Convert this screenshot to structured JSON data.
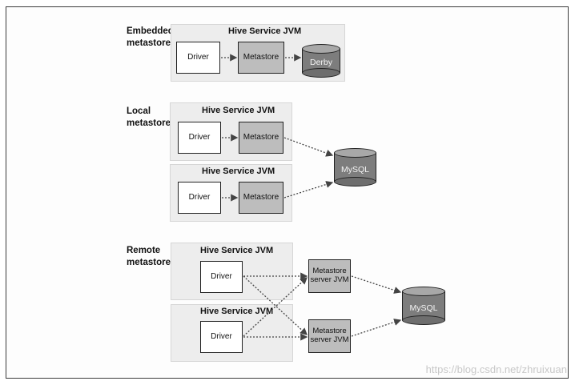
{
  "embedded": {
    "label": "Embedded\nmetastore",
    "jvm": "Hive Service JVM",
    "driver": "Driver",
    "metastore": "Metastore",
    "db": "Derby"
  },
  "local": {
    "label": "Local\nmetastore",
    "jvm1": "Hive Service JVM",
    "driver1": "Driver",
    "metastore1": "Metastore",
    "jvm2": "Hive Service JVM",
    "driver2": "Driver",
    "metastore2": "Metastore",
    "db": "MySQL"
  },
  "remote": {
    "label": "Remote\nmetastore",
    "jvm1": "Hive Service JVM",
    "driver1": "Driver",
    "jvm2": "Hive Service JVM",
    "driver2": "Driver",
    "server1": "Metastore\nserver JVM",
    "server2": "Metastore\nserver JVM",
    "db": "MySQL"
  },
  "watermark": "https://blog.csdn.net/zhruixuan"
}
